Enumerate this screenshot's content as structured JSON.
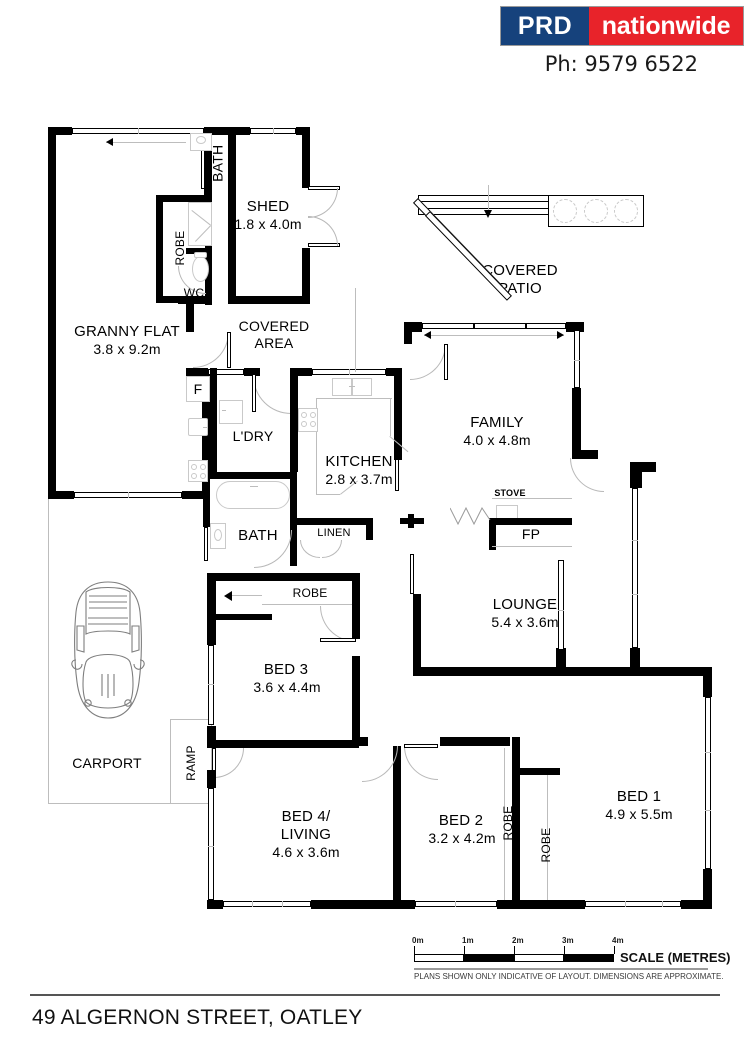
{
  "header": {
    "logo_left": "PRD",
    "logo_right": "nationwide",
    "phone": "Ph: 9579 6522"
  },
  "footer": {
    "address": "49 ALGERNON STREET, OATLEY"
  },
  "scale": {
    "title": "SCALE (METRES)",
    "disclaimer": "PLANS SHOWN ONLY INDICATIVE OF LAYOUT.  DIMENSIONS ARE APPROXIMATE.",
    "ticks": [
      "0m",
      "1m",
      "2m",
      "3m",
      "4m"
    ]
  },
  "rooms": [
    {
      "id": "granny-flat",
      "name": "GRANNY FLAT",
      "dims": "3.8 x 9.2m"
    },
    {
      "id": "bath-upper",
      "name": "BATH",
      "dims": ""
    },
    {
      "id": "robe-upper",
      "name": "ROBE",
      "dims": ""
    },
    {
      "id": "wc",
      "name": "WC",
      "dims": ""
    },
    {
      "id": "shed",
      "name": "SHED",
      "dims": "1.8 x 4.0m"
    },
    {
      "id": "covered-area",
      "name": "COVERED\nAREA",
      "dims": ""
    },
    {
      "id": "covered-patio",
      "name": "COVERED\nPATIO",
      "dims": ""
    },
    {
      "id": "fridge",
      "name": "F",
      "dims": ""
    },
    {
      "id": "laundry",
      "name": "L'DRY",
      "dims": ""
    },
    {
      "id": "kitchen",
      "name": "KITCHEN",
      "dims": "2.8 x 3.7m"
    },
    {
      "id": "family",
      "name": "FAMILY",
      "dims": "4.0 x 4.8m"
    },
    {
      "id": "stove",
      "name": "STOVE",
      "dims": ""
    },
    {
      "id": "fireplace",
      "name": "FP",
      "dims": ""
    },
    {
      "id": "bath-main",
      "name": "BATH",
      "dims": ""
    },
    {
      "id": "linen",
      "name": "LINEN",
      "dims": ""
    },
    {
      "id": "lounge",
      "name": "LOUNGE",
      "dims": "5.4 x 3.6m"
    },
    {
      "id": "robe-bed3",
      "name": "ROBE",
      "dims": ""
    },
    {
      "id": "bed3",
      "name": "BED 3",
      "dims": "3.6 x 4.4m"
    },
    {
      "id": "carport",
      "name": "CARPORT",
      "dims": ""
    },
    {
      "id": "ramp",
      "name": "RAMP",
      "dims": ""
    },
    {
      "id": "bed4",
      "name": "BED 4/\nLIVING",
      "dims": "4.6 x 3.6m"
    },
    {
      "id": "bed2",
      "name": "BED 2",
      "dims": "3.2 x 4.2m"
    },
    {
      "id": "robe-bed2",
      "name": "ROBE",
      "dims": ""
    },
    {
      "id": "robe-bed1",
      "name": "ROBE",
      "dims": ""
    },
    {
      "id": "bed1",
      "name": "BED 1",
      "dims": "4.9 x 5.5m"
    }
  ],
  "colors": {
    "wall": "#000000",
    "brand_blue": "#16427C",
    "brand_red": "#E8232A",
    "paper": "#FFFFFF"
  }
}
